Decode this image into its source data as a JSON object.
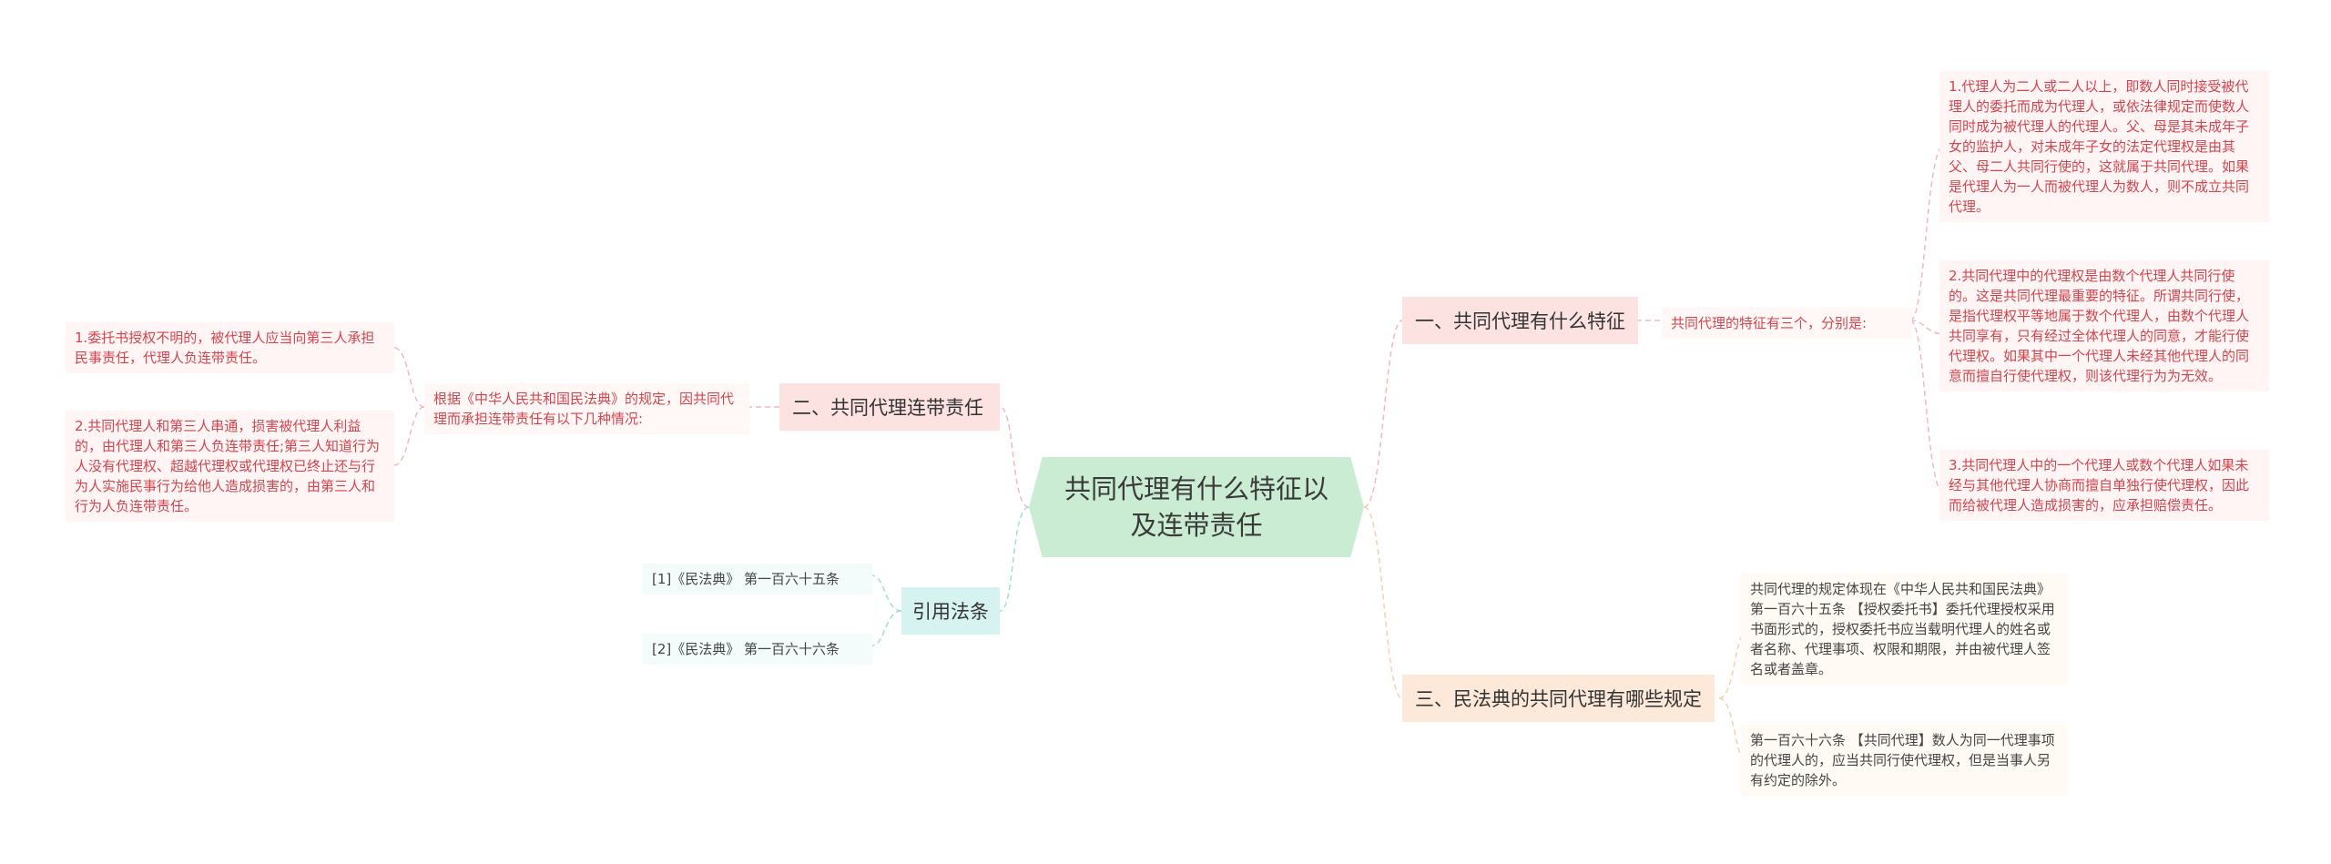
{
  "root": {
    "title": "共同代理有什么特征以及连带责任"
  },
  "branches": {
    "b1": {
      "label": "一、共同代理有什么特征",
      "summary": "共同代理的特征有三个，分别是:",
      "items": [
        "1.代理人为二人或二人以上，即数人同时接受被代理人的委托而成为代理人，或依法律规定而使数人同时成为被代理人的代理人。父、母是其未成年子女的监护人，对未成年子女的法定代理权是由其父、母二人共同行使的，这就属于共同代理。如果是代理人为一人而被代理人为数人，则不成立共同代理。",
        "2.共同代理中的代理权是由数个代理人共同行使的。这是共同代理最重要的特征。所谓共同行使，是指代理权平等地属于数个代理人，由数个代理人共同享有，只有经过全体代理人的同意，才能行使代理权。如果其中一个代理人未经其他代理人的同意而擅自行使代理权，则该代理行为为无效。",
        "3.共同代理人中的一个代理人或数个代理人如果未经与其他代理人协商而擅自单独行使代理权，因此而给被代理人造成损害的，应承担赔偿责任。"
      ]
    },
    "b2": {
      "label": "二、共同代理连带责任",
      "summary": "根据《中华人民共和国民法典》的规定，因共同代理而承担连带责任有以下几种情况:",
      "items": [
        "1.委托书授权不明的，被代理人应当向第三人承担民事责任，代理人负连带责任。",
        "2.共同代理人和第三人串通，损害被代理人利益的，由代理人和第三人负连带责任;第三人知道行为人没有代理权、超越代理权或代理权已终止还与行为人实施民事行为给他人造成损害的，由第三人和行为人负连带责任。"
      ]
    },
    "b3": {
      "label": "三、民法典的共同代理有哪些规定",
      "items": [
        "共同代理的规定体现在《中华人民共和国民法典》第一百六十五条 【授权委托书】委托代理授权采用书面形式的，授权委托书应当载明代理人的姓名或者名称、代理事项、权限和期限，并由被代理人签名或者盖章。",
        "第一百六十六条 【共同代理】数人为同一代理事项的代理人的，应当共同行使代理权，但是当事人另有约定的除外。"
      ]
    },
    "b4": {
      "label": "引用法条",
      "items": [
        "[1]《民法典》 第一百六十五条",
        "[2]《民法典》 第一百六十六条"
      ]
    }
  },
  "colors": {
    "root_fill": "#c9ecd3",
    "red_branch": "#fde2e2",
    "cyan_branch": "#d6f3f1",
    "orange_branch": "#fde9d9",
    "red_text": "#d0454e",
    "link_red": "#f2b8bd",
    "link_cyan": "#9fded8",
    "link_orange": "#f7cfae"
  }
}
